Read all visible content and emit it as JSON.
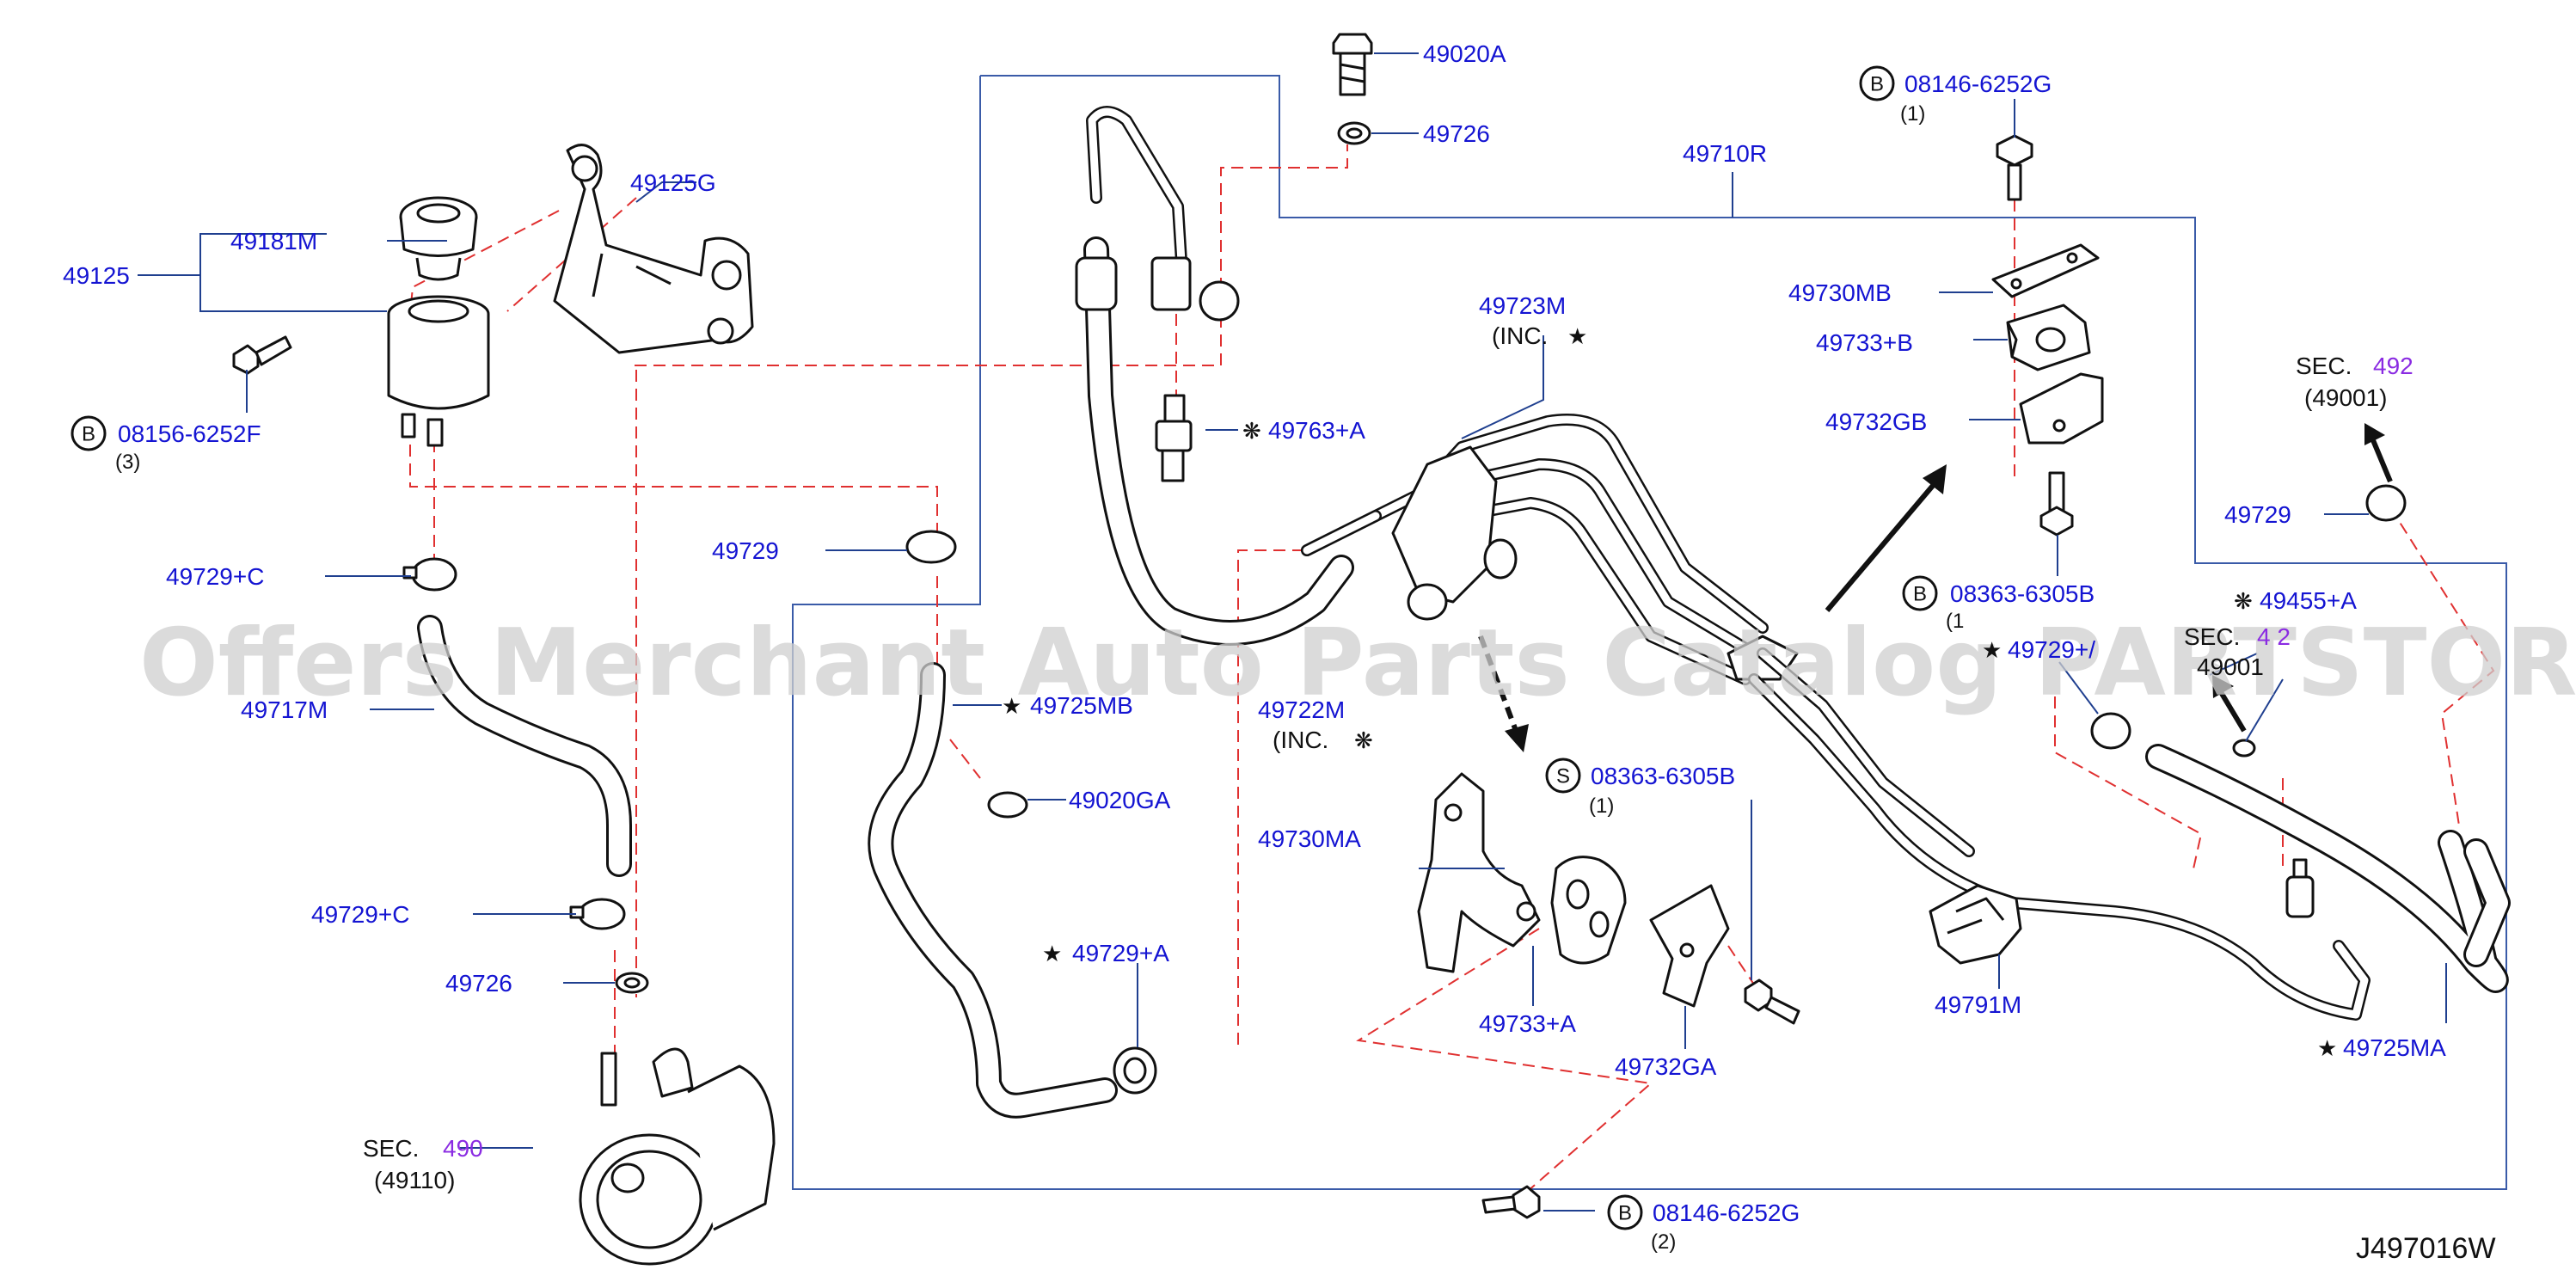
{
  "labels": {
    "p49020A": "49020A",
    "p49726a": "49726",
    "p49125G": "49125G",
    "p49181M": "49181M",
    "p49125": "49125",
    "p08156": "08156-6252F",
    "q08156": "(3)",
    "p49729C1": "49729+C",
    "p49717M": "49717M",
    "p49729C2": "49729+C",
    "p49726b": "49726",
    "sec490": "SEC.",
    "sec490num": "490",
    "sec490sub": "(49110)",
    "p49729a": "49729",
    "p49725MB": "49725MB",
    "p49020GA": "49020GA",
    "p49729A": "49729+A",
    "p49722M": "49722M",
    "inc2": "(INC.",
    "p49723M": "49723M",
    "inc1": "(INC.",
    "p49763A": "49763+A",
    "p49710R": "49710R",
    "p08146top": "08146-6252G",
    "q08146top": "(1)",
    "p49730MB": "49730MB",
    "p49733B": "49733+B",
    "p49732GB": "49732GB",
    "sec492": "SEC.",
    "sec492num": "492",
    "sec492sub": "(49001)",
    "p49729b": "49729",
    "p08363B": "08363-6305B",
    "q08363B": "(1",
    "p49455A": "49455+A",
    "p49729partial": "49729+/",
    "sec492partial": "SEC.",
    "sec492partialnum": "4 2",
    "sec492partialsub": "49001",
    "p08363S": "08363-6305B",
    "q08363S": "(1)",
    "p49730MA": "49730MA",
    "p49733A": "49733+A",
    "p49732GA": "49732GA",
    "p49791M": "49791M",
    "p49725MA": "49725MA",
    "p08146bot": "08146-6252G",
    "q08146bot": "(2)"
  },
  "circle_letters": {
    "b1": "B",
    "b2": "B",
    "b3": "B",
    "b4": "B",
    "s1": "S"
  },
  "marks": {
    "star": "★",
    "flower": "❋"
  },
  "watermark": "Offers Merchant Auto Parts Catalog PARTSTORE.SA",
  "diagram_code": "J497016W",
  "colors": {
    "part_label": "#1414d2",
    "section_number": "#8a2be2",
    "leader": "#1f3f8f",
    "dashed_guide": "#e03030"
  }
}
